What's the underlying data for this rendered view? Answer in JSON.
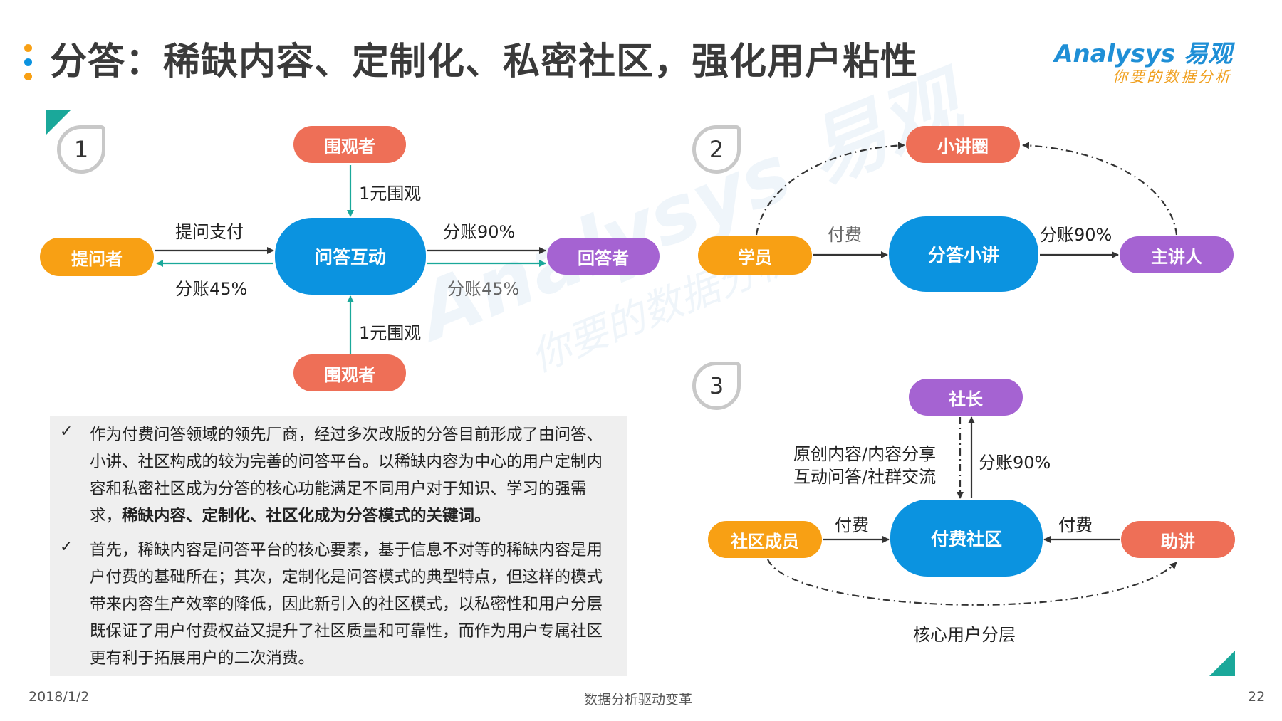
{
  "header": {
    "title": "分答：稀缺内容、定制化、私密社区，强化用户粘性",
    "logo_main": "Analysys 易观",
    "logo_sub": "你要的数据分析",
    "dot_colors": [
      "#f8a014",
      "#0b93e0",
      "#f8a014"
    ]
  },
  "watermark": {
    "main": "Analysys 易观",
    "sub": "你要的数据分析"
  },
  "diagram1": {
    "badge": "1",
    "center": "问答互动",
    "asker": "提问者",
    "answerer": "回答者",
    "watcher_top": "围观者",
    "watcher_bottom": "围观者",
    "label_pay": "提问支付",
    "label_split_left": "分账45%",
    "label_split_right_top": "分账90%",
    "label_split_right_bottom": "分账45%",
    "label_watch_top": "1元围观",
    "label_watch_bottom": "1元围观"
  },
  "diagram2": {
    "badge": "2",
    "center": "分答小讲",
    "student": "学员",
    "speaker": "主讲人",
    "circle": "小讲圈",
    "label_fee": "付费",
    "label_split": "分账90%"
  },
  "diagram3": {
    "badge": "3",
    "center": "付费社区",
    "member": "社区成员",
    "host": "社长",
    "assistant": "助讲",
    "label_left_fee": "付费",
    "label_right_fee": "付费",
    "label_content_1": "原创内容/内容分享",
    "label_content_2": "互动问答/社群交流",
    "label_split": "分账90%",
    "label_core": "核心用户分层"
  },
  "textbox": {
    "check": "✓",
    "para1": "作为付费问答领域的领先厂商，经过多次改版的分答目前形成了由问答、小讲、社区构成的较为完善的问答平台。以稀缺内容为中心的用户定制内容和私密社区成为分答的核心功能满足不同用户对于知识、学习的强需求，",
    "para1_bold": "稀缺内容、定制化、社区化成为分答模式的关键词。",
    "para2": "首先，稀缺内容是问答平台的核心要素，基于信息不对等的稀缺内容是用户付费的基础所在；其次，定制化是问答模式的典型特点，但这样的模式带来内容生产效率的降低，因此新引入的社区模式，以私密性和用户分层既保证了用户付费权益又提升了社区质量和可靠性，而作为用户专属社区更有利于拓展用户的二次消费。"
  },
  "footer": {
    "date": "2018/1/2",
    "center": "数据分析驱动变革",
    "page": "22"
  }
}
